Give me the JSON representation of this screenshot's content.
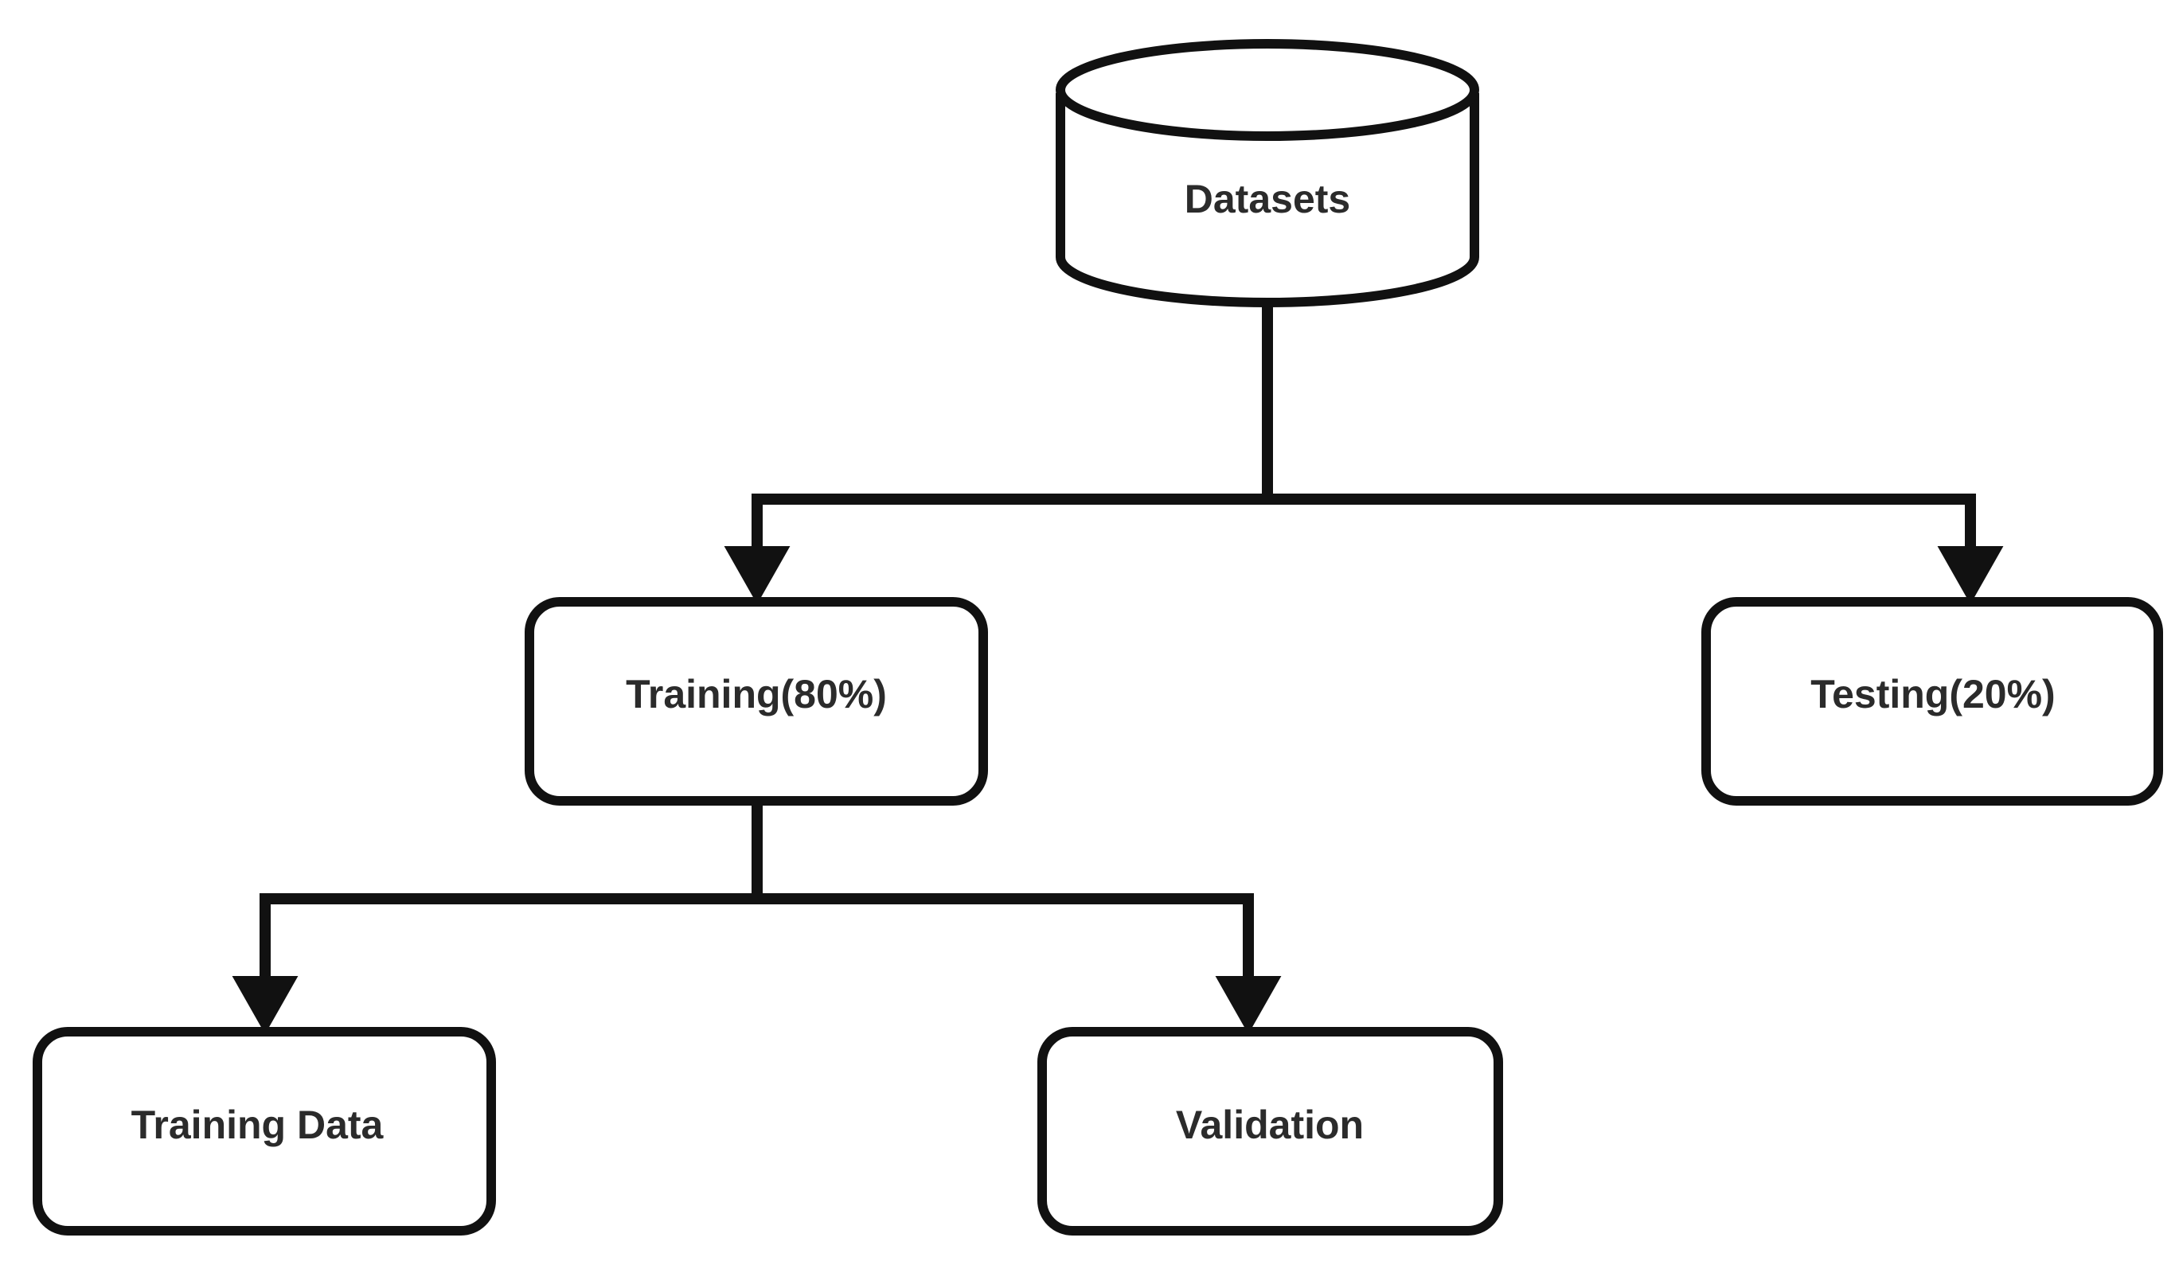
{
  "diagram": {
    "nodes": {
      "datasets": {
        "label": "Datasets",
        "shape": "cylinder"
      },
      "training": {
        "label": "Training(80%)",
        "shape": "rounded-rectangle"
      },
      "testing": {
        "label": "Testing(20%)",
        "shape": "rounded-rectangle"
      },
      "training_data": {
        "label": "Training Data",
        "shape": "rounded-rectangle"
      },
      "validation": {
        "label": "Validation",
        "shape": "rounded-rectangle"
      }
    },
    "edges": [
      {
        "from": "datasets",
        "to": "training"
      },
      {
        "from": "datasets",
        "to": "testing"
      },
      {
        "from": "training",
        "to": "training_data"
      },
      {
        "from": "training",
        "to": "validation"
      }
    ],
    "colors": {
      "stroke": "#111111",
      "background": "#ffffff",
      "text": "#2b2b2b"
    }
  }
}
